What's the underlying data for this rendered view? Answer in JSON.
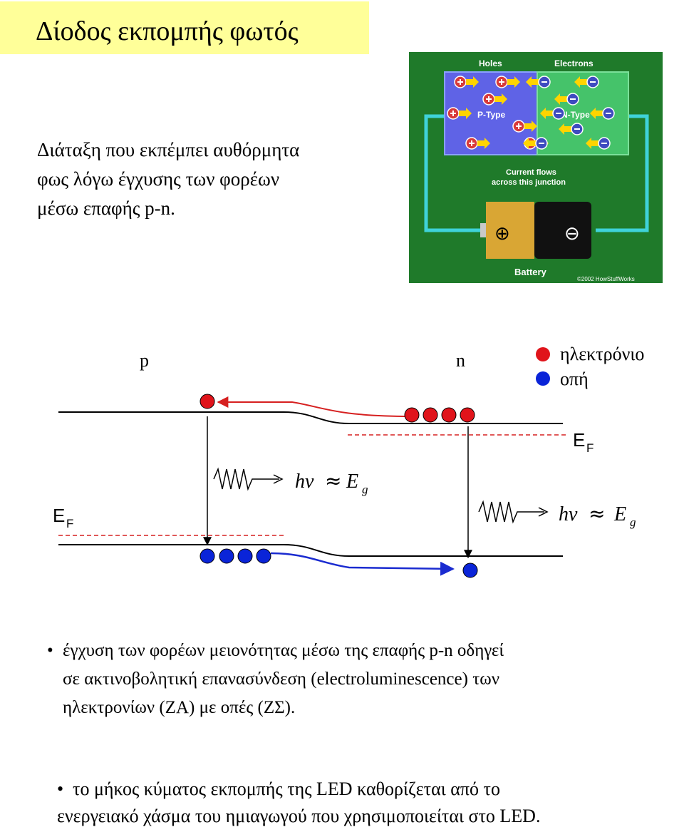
{
  "title": "Δίοδος εκπομπής φωτός",
  "intro": {
    "lines": [
      "Διάταξη που εκπέμπει αυθόρμητα",
      "φως λόγω έγχυσης των φορέων",
      "μέσω επαφής p-n."
    ]
  },
  "led_figure": {
    "holes_label": "Holes",
    "electrons_label": "Electrons",
    "p_type_label": "P-Type",
    "n_type_label": "N-Type",
    "current_line1": "Current flows",
    "current_line2": "across this junction",
    "battery_label": "Battery",
    "copyright": "©2002 HowStuffWorks",
    "plus_symbol": "⊕",
    "minus_symbol": "⊖",
    "colors": {
      "background": "#1f7a2a",
      "p_region": "#5f63e6",
      "n_region": "#45c36a",
      "wire": "#3fd3d9",
      "hole": "#d83a3a",
      "electron": "#3e4bbf",
      "arrow": "#ffd400"
    }
  },
  "band_diagram": {
    "p_label": "p",
    "n_label": "n",
    "legend": [
      {
        "label": "ηλεκτρόνιο",
        "color": "#e0141b"
      },
      {
        "label": "οπή",
        "color": "#0a24d8"
      }
    ],
    "ef_left": {
      "main": "E",
      "sub": "F"
    },
    "ef_right": {
      "main": "E",
      "sub": "F"
    },
    "photon_left": {
      "hv": "hν",
      "approx": "≈",
      "E": "E",
      "sub": "g"
    },
    "photon_right": {
      "hv": "hν",
      "approx": "≈",
      "E": "E",
      "sub": "g"
    },
    "colors": {
      "band": "#000000",
      "fermi": "#d62020",
      "electron_arrow": "#d62020",
      "hole_arrow": "#1a2bd0"
    }
  },
  "bullet1": {
    "mark": "•",
    "lines": [
      "έγχυση των φορέων μειονότητας μέσω της επαφής p-n οδηγεί",
      "σε ακτινοβολητική επανασύνδεση (electroluminescence) των",
      "ηλεκτρονίων (ΖΑ) με οπές (ΖΣ)."
    ]
  },
  "bullet2": {
    "mark": "•",
    "line1": "το μήκος κύματος εκπομπής της LED καθορίζεται από το",
    "line2": "ενεργειακό χάσμα του ημιαγωγού που χρησιμοποιείται στο LED."
  }
}
